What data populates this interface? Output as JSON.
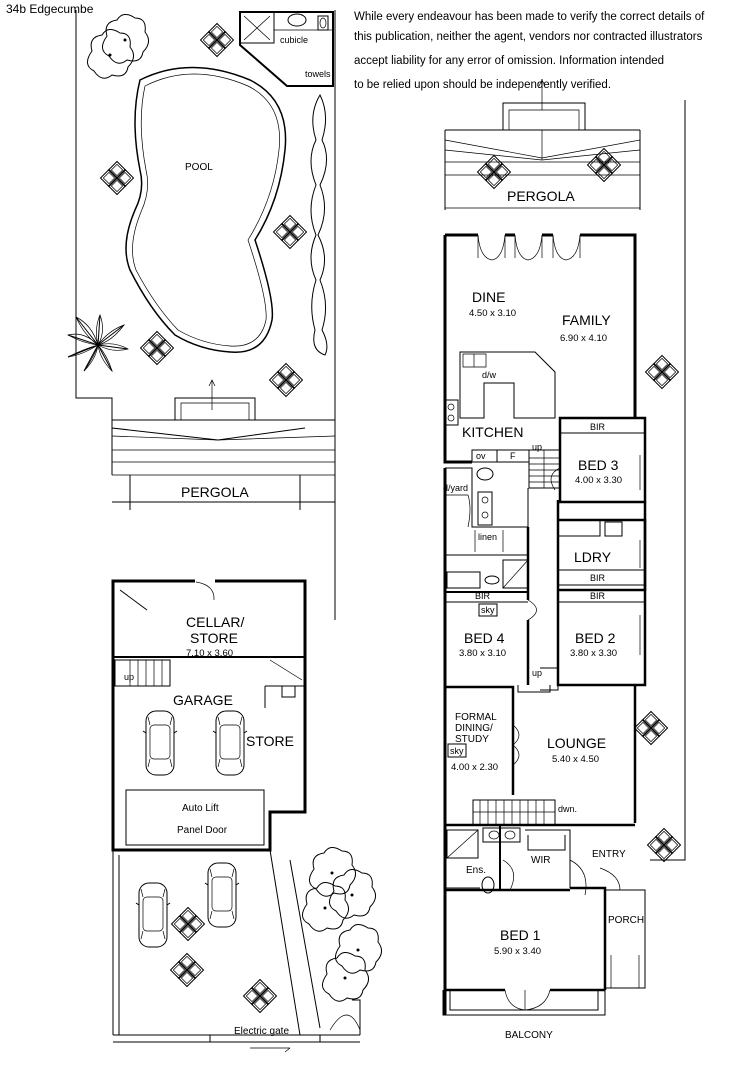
{
  "address": "34b Edgecumbe",
  "disclaimer": [
    "While every endeavour has been made to verify the correct details of",
    "this publication, neither the agent, vendors nor contracted illustrators",
    "accept liability for any error of omission. Information intended",
    "to be relied upon should be independently verified."
  ],
  "upper": {
    "pool": "POOL",
    "cubicle": "cubicle",
    "towels": "towels",
    "pergola": "PERGOLA"
  },
  "lower": {
    "cellar_name_1": "CELLAR/",
    "cellar_name_2": "STORE",
    "cellar_dim": "7.10 x 3.60",
    "garage": "GARAGE",
    "store": "STORE",
    "up": "up",
    "auto_lift": "Auto Lift",
    "panel_door": "Panel Door",
    "electric_gate": "Electric gate"
  },
  "main": {
    "pergola": "PERGOLA",
    "dine": "DINE",
    "dine_dim": "4.50 x 3.10",
    "family": "FAMILY",
    "family_dim": "6.90 x 4.10",
    "dw": "d/w",
    "kitchen": "KITCHEN",
    "ov": "ov",
    "f": "F",
    "up1": "up",
    "bir": "BIR",
    "bed3": "BED 3",
    "bed3_dim": "4.00 x 3.30",
    "dyard": "d/yard",
    "linen": "linen",
    "ldry": "LDRY",
    "bir2": "BIR",
    "bir3": "BIR",
    "bir4": "BIR",
    "sky1": "sky",
    "bed4": "BED 4",
    "bed4_dim": "3.80 x 3.10",
    "bed2": "BED 2",
    "bed2_dim": "3.80 x 3.30",
    "up2": "up",
    "formal1": "FORMAL",
    "formal2": "DINING/",
    "formal3": "STUDY",
    "sky2": "sky",
    "formal_dim": "4.00 x 2.30",
    "lounge": "LOUNGE",
    "lounge_dim": "5.40 x 4.50",
    "dwn": "dwn.",
    "ens": "Ens.",
    "wir": "WIR",
    "entry": "ENTRY",
    "porch": "PORCH",
    "bed1": "BED 1",
    "bed1_dim": "5.90 x 3.40",
    "balcony": "BALCONY"
  }
}
